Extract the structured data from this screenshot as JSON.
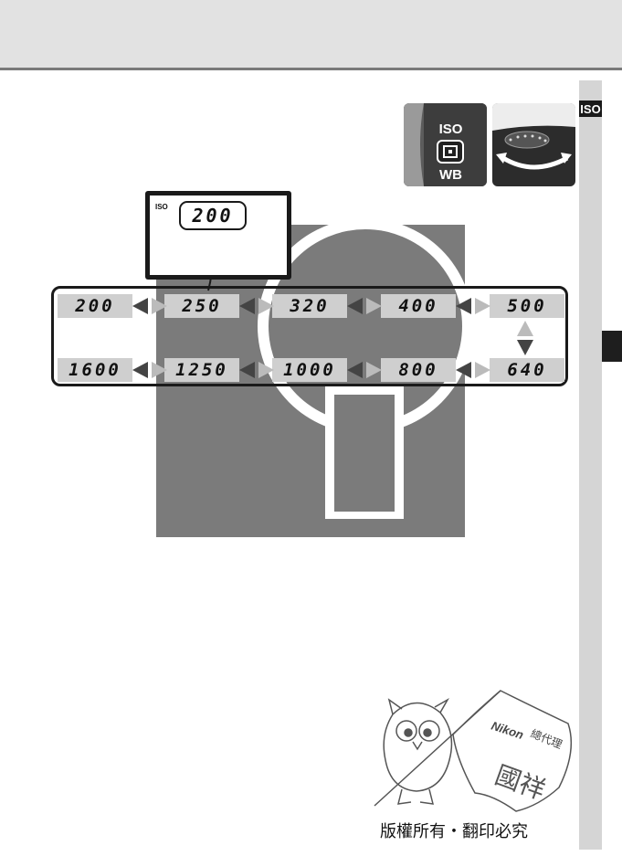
{
  "side_tab": {
    "label": "ISO"
  },
  "photos": {
    "button_top_label": "ISO",
    "button_bottom_label": "WB"
  },
  "lcd": {
    "iso_label": "ISO",
    "value": "200"
  },
  "iso_sequence": {
    "top_row": [
      "200",
      "250",
      "320",
      "400",
      "500"
    ],
    "bottom_row": [
      "1600",
      "1250",
      "1000",
      "800",
      "640"
    ]
  },
  "credit": {
    "brand": "Nikon",
    "agent": "總代理",
    "stamp": "國祥",
    "notice": "版權所有・翻印必究"
  }
}
